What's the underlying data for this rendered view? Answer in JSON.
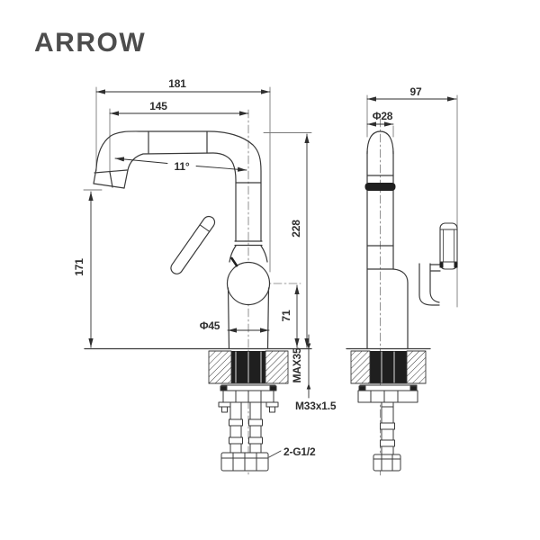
{
  "title": "ARROW",
  "drawing_type": "faucet installation dimension drawing",
  "colors": {
    "background": "#ffffff",
    "object_line": "#3a3a3a",
    "dimension_line": "#2e2e2e",
    "extension_line": "#7a7a7a",
    "dark_fill": "#1f1f1f",
    "title_text": "#4d4d4d"
  },
  "front_view": {
    "dims": {
      "overall_width": "181",
      "spout_reach": "145",
      "spout_angle": "11°",
      "overall_height": "228",
      "spout_outlet_height": "171",
      "body_diameter": "Φ45",
      "body_center_height": "71",
      "max_mounting_thickness": "MAX35",
      "mounting_thread": "M33x1.5",
      "supply_hoses": "2-G1/2"
    }
  },
  "side_view": {
    "dims": {
      "overall_depth": "97",
      "spout_diameter": "Φ28"
    }
  }
}
